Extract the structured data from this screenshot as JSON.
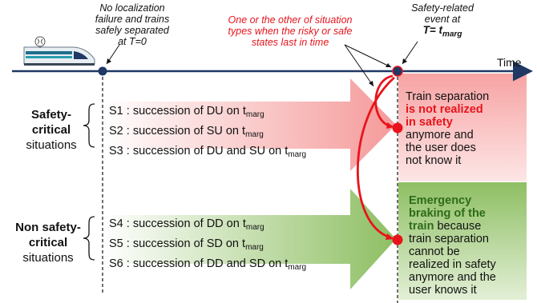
{
  "top_notes": {
    "t0": [
      "No localization",
      "failure and trains",
      "safely separated",
      "at T=0"
    ],
    "middle": [
      "One or the other of situation",
      "types when the risky or safe",
      "states last in time"
    ],
    "event_line1": "Safety-related",
    "event_line2": "event at",
    "event_t": "T= t",
    "event_sub": "marg"
  },
  "time_label": "Time",
  "groups": [
    {
      "title": [
        "Safety-",
        "critical"
      ],
      "subtitle": "situations",
      "items": [
        {
          "text": "S1 : succession of DU on t",
          "sub": "marg"
        },
        {
          "text": "S2 : succession of SU on t",
          "sub": "marg"
        },
        {
          "text": "S3 : succession of DU and SU on t",
          "sub": "marg"
        }
      ],
      "outcome": {
        "before": "Train separation",
        "highlight": "is not realized in safety",
        "after": "anymore and the user does not know it"
      }
    },
    {
      "title": [
        "Non safety-",
        "critical"
      ],
      "subtitle": "situations",
      "items": [
        {
          "text": "S4 : succession of DD on t",
          "sub": "marg"
        },
        {
          "text": "S5 : succession of SD on t",
          "sub": "marg"
        },
        {
          "text": "S6 : succession of DD and SD on t",
          "sub": "marg"
        }
      ],
      "outcome": {
        "highlight": "Emergency braking of the train",
        "after": "because train separation cannot be realized in safety anymore and the user knows it"
      }
    }
  ],
  "colors": {
    "red": "#e8141c",
    "navy": "#1f3864",
    "green_text": "#2e6b1a",
    "red_fill": "#f8b4b4",
    "green_fill": "#9cc27a"
  }
}
